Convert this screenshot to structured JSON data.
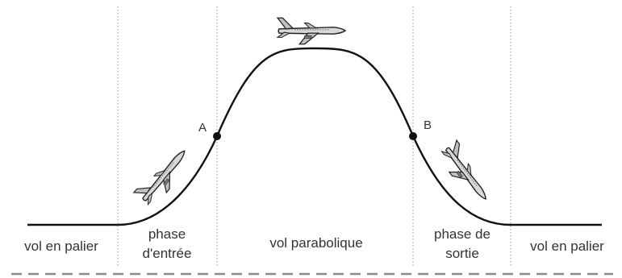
{
  "points": {
    "a": "A",
    "b": "B"
  },
  "phases": {
    "level_left": "vol en palier",
    "entry_line1": "phase",
    "entry_line2": "d'entrée",
    "parabolic": "vol parabolique",
    "exit_line1": "phase de",
    "exit_line2": "sortie",
    "level_right": "vol en palier"
  },
  "icons": [
    "airplane-climbing-icon",
    "airplane-level-icon",
    "airplane-descending-icon"
  ],
  "colors": {
    "curve": "#111111",
    "divider": "#9a9a9a",
    "baseline": "#8a8a8a",
    "text": "#333333"
  }
}
